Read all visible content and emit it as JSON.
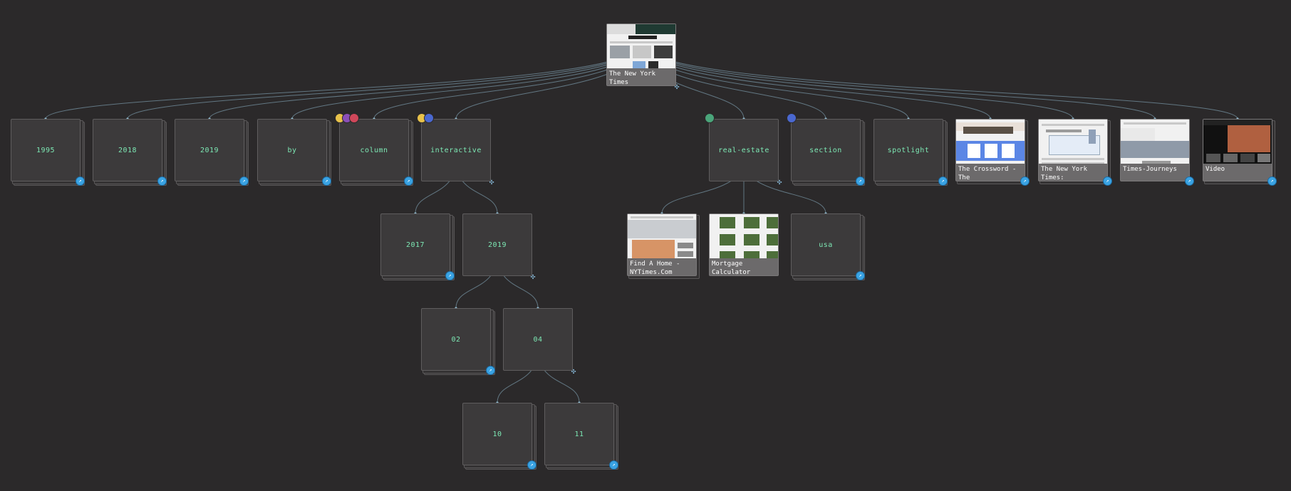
{
  "root": {
    "caption": "The New York Times\n- Breaking News, U…",
    "expand_glyph": "✣"
  },
  "level1": [
    {
      "label": "1995"
    },
    {
      "label": "2018"
    },
    {
      "label": "2019"
    },
    {
      "label": "by"
    },
    {
      "label": "column"
    },
    {
      "label": "interactive"
    },
    {
      "label": "real-estate"
    },
    {
      "label": "section"
    },
    {
      "label": "spotlight"
    },
    {
      "caption": "The Crossword - The\nNew York Times"
    },
    {
      "caption": "The New York Times:\nDigital And Home D…"
    },
    {
      "caption": "Times-Journeys"
    },
    {
      "caption": "Video"
    }
  ],
  "interactive_children": [
    {
      "label": "2017"
    },
    {
      "label": "2019"
    }
  ],
  "y2019_children": [
    {
      "label": "02"
    },
    {
      "label": "04"
    }
  ],
  "m04_children": [
    {
      "label": "10"
    },
    {
      "label": "11"
    }
  ],
  "realestate_children": [
    {
      "caption": "Find A Home -\nNYTimes.Com"
    },
    {
      "caption": "Mortgage Calculator\n- Estimate Mortgag…"
    },
    {
      "label": "usa"
    }
  ],
  "colors": {
    "background": "#2b292a",
    "label_green": "#7de8b4",
    "edge": "#8fb8cc",
    "badge_blue": "#3aa3e3",
    "dot_yellow": "#e8c24a",
    "dot_purple": "#8a4fb8",
    "dot_red": "#d0475a",
    "dot_blue": "#4a68d0",
    "dot_green": "#4aa57a"
  },
  "icons": {
    "badge": "external-link-icon",
    "expand": "expand-icon",
    "dot": "color-tag-dot"
  }
}
